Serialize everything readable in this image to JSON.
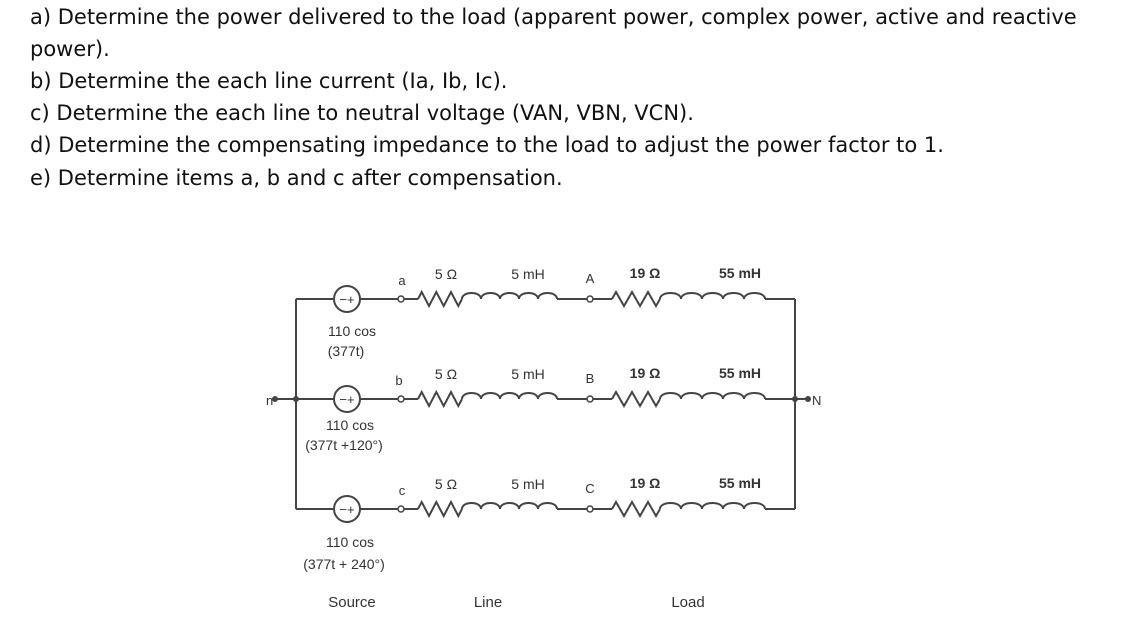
{
  "questions": [
    "a) Determine the power delivered to the load (apparent power, complex power, active and reactive",
    "power).",
    "b) Determine the each line current (Ia, Ib, Ic).",
    "c) Determine the each line to neutral voltage (VAN, VBN, VCN).",
    "d) Determine the compensating impedance to the load to adjust the power factor to 1.",
    "e) Determine items a, b and c after compensation."
  ],
  "circuit": {
    "neutral_source": "n",
    "neutral_load": "N",
    "phases": [
      {
        "source_node": "a",
        "line_node": "A",
        "source_label_1": "110 cos",
        "source_label_2": "(377t)",
        "line_r": "5 Ω",
        "line_l": "5 mH",
        "load_r": "19 Ω",
        "load_l": "55 mH"
      },
      {
        "source_node": "b",
        "line_node": "B",
        "source_label_1": "110 cos",
        "source_label_2": "(377t +120°)",
        "line_r": "5 Ω",
        "line_l": "5 mH",
        "load_r": "19 Ω",
        "load_l": "55 mH"
      },
      {
        "source_node": "c",
        "line_node": "C",
        "source_label_1": "110 cos",
        "source_label_2": "(377t + 240°)",
        "line_r": "5 Ω",
        "line_l": "5 mH",
        "load_r": "19 Ω",
        "load_l": "55 mH"
      }
    ],
    "section_labels": {
      "source": "Source",
      "line": "Line",
      "load": "Load"
    }
  }
}
